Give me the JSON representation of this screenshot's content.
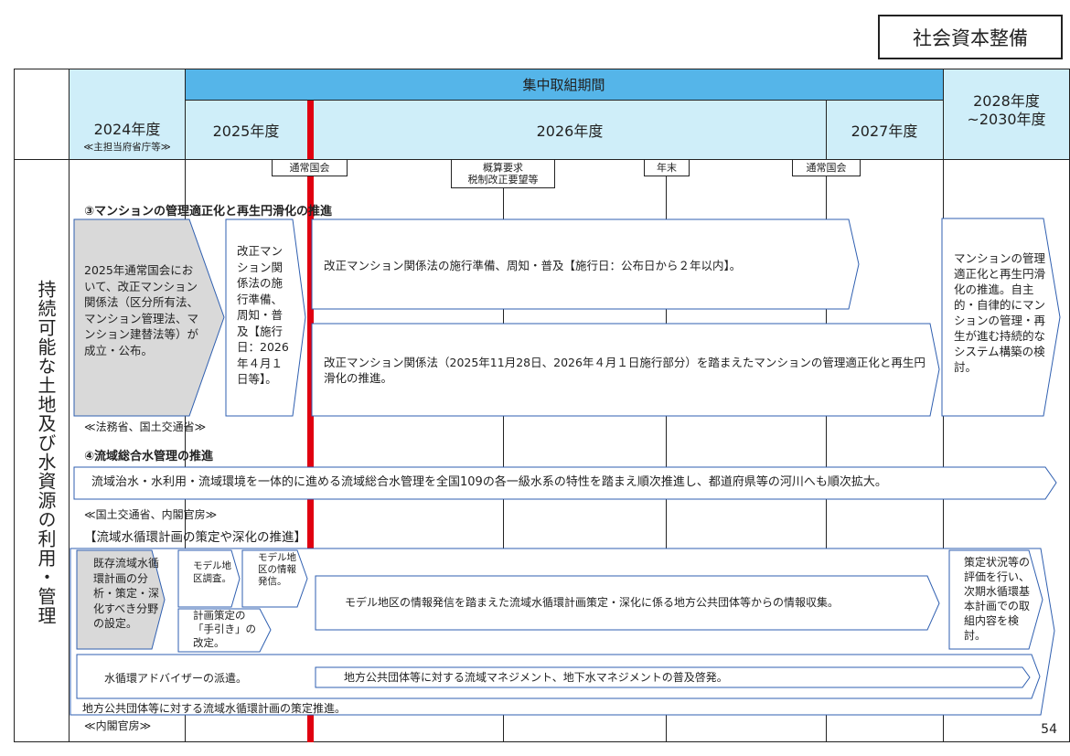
{
  "category": "社会資本整備",
  "header": {
    "focus_period": "集中取組期間",
    "year_2024": "2024年度",
    "year_2024_sub": "≪主担当府省庁等≫",
    "year_2025": "2025年度",
    "year_2026": "2026年度",
    "year_2027": "2027年度",
    "year_2028_l1": "2028年度",
    "year_2028_l2": "~2030年度"
  },
  "events": {
    "e1": "通常国会",
    "e2_l1": "概算要求",
    "e2_l2": "税制改正要望等",
    "e3": "年末",
    "e4": "通常国会"
  },
  "row_title": "持続可能な土地及び水資源の利用・管理",
  "section3": {
    "title": "③マンションの管理適正化と再生円滑化の推進",
    "box2024": "2025年通常国会において、改正マンション関係法（区分所有法、マンション管理法、マンション建替法等）が成立・公布。",
    "box2025": "改正マンション関係法の施行準備、周知・普及【施行日：2026年４月１日等】。",
    "arrow1": "改正マンション関係法の施行準備、周知・普及【施行日：公布日から２年以内】。",
    "arrow2": "改正マンション関係法（2025年11月28日、2026年４月１日施行部分）を踏まえたマンションの管理適正化と再生円滑化の推進。",
    "box2028": "マンションの管理適正化と再生円滑化の推進。自主的・自律的にマンションの管理・再生が進む持続的なシステム構築の検討。",
    "ministry": "≪法務省、国土交通省≫"
  },
  "section4": {
    "title": "④流域総合水管理の推進",
    "arrow": "流域治水・水利用・流域環境を一体的に進める流域総合水管理を全国109の各一級水系の特性を踏まえ順次推進し、都道府県等の河川へも順次拡大。",
    "ministry": "≪国土交通省、内閣官房≫"
  },
  "sub": {
    "title": "【流域水循環計画の策定や深化の推進】",
    "box_analysis": "既存流域水循環計画の分析・策定・深化すべき分野の設定。",
    "box_model": "モデル地区調査。",
    "box_info": "モデル地区の情報発信。",
    "box_guide": "計画策定の「手引き」の改定。",
    "arrow_collect": "モデル地区の情報発信を踏まえた流域水循環計画策定・深化に係る地方公共団体等からの情報収集。",
    "box_eval": "策定状況等の評価を行い、次期水循環基本計画での取組内容を検討。",
    "advisor": "水循環アドバイザーの派遣。",
    "arrow_spread": "地方公共団体等に対する流域マネジメント、地下水マネジメントの普及啓発。",
    "outer": "地方公共団体等に対する流域水循環計画の策定推進。",
    "ministry": "≪内閣官房≫"
  },
  "page_number": "54",
  "colors": {
    "header_light": "#cfeef9",
    "header_dark": "#55b5e9",
    "arrow_border": "#2f5fb0",
    "red_line": "#e00010",
    "grey_box": "#d9d9d9"
  }
}
